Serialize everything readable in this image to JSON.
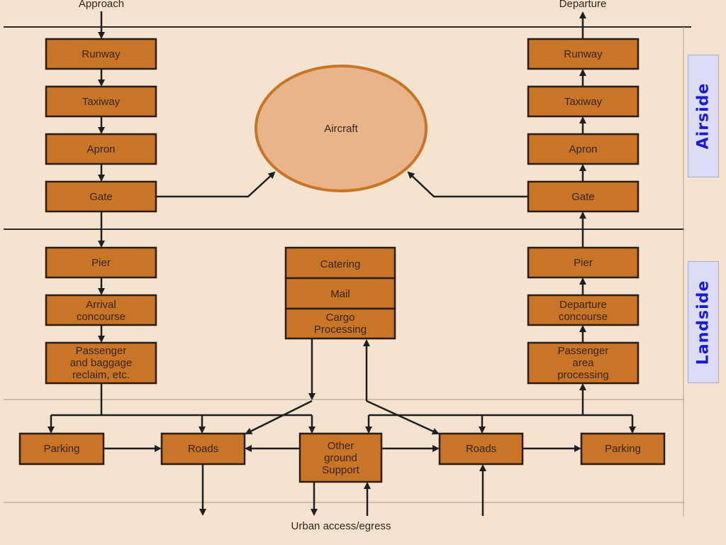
{
  "flow": {
    "approach": "Approach",
    "departure": "Departure",
    "urban_access": "Urban access/egress"
  },
  "zones": {
    "airside": "Airside",
    "landside": "Landside"
  },
  "arrival": {
    "runway": "Runway",
    "taxiway": "Taxiway",
    "apron": "Apron",
    "gate": "Gate",
    "pier": "Pier",
    "concourse": [
      "Arrival",
      "concourse"
    ],
    "processing": [
      "Passenger",
      "and baggage",
      "reclaim, etc."
    ]
  },
  "departure_side": {
    "runway": "Runway",
    "taxiway": "Taxiway",
    "apron": "Apron",
    "gate": "Gate",
    "pier": "Pier",
    "concourse": [
      "Departure",
      "concourse"
    ],
    "processing": [
      "Passenger",
      "area",
      "processing"
    ]
  },
  "aircraft": "Aircraft",
  "services": {
    "catering": "Catering",
    "mail": "Mail",
    "cargo": [
      "Cargo",
      "Processing"
    ]
  },
  "ground": {
    "parking_left": "Parking",
    "roads_left": "Roads",
    "other_support": [
      "Other",
      "ground",
      "Support"
    ],
    "roads_right": "Roads",
    "parking_right": "Parking"
  },
  "colors": {
    "background": "#f3e3cf",
    "box_fill": "#c97527",
    "aircraft_fill": "#e8b489",
    "side_label_text": "#1a1ad6",
    "side_label_bg": "#dcdcf6"
  }
}
